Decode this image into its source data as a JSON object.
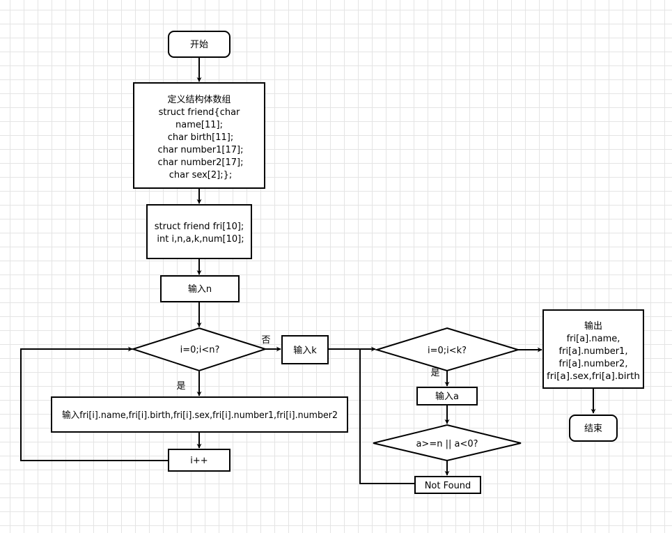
{
  "nodes": {
    "start": {
      "label": "开始"
    },
    "define_struct": {
      "lines": [
        "定义结构体数组",
        "struct friend{char",
        "name[11];",
        "char birth[11];",
        "char number1[17];",
        "char number2[17];",
        "char sex[2];};"
      ]
    },
    "declare_vars": {
      "lines": [
        "struct friend fri[10];",
        "int i,n,a,k,num[10];"
      ]
    },
    "input_n": {
      "label": "输入n"
    },
    "loop_cond": {
      "label": "i=0;i<n?"
    },
    "input_fields": {
      "label": "输入fri[i].name,fri[i].birth,fri[i].sex,fri[i].number1,fri[i].number2"
    },
    "increment": {
      "label": "i++"
    },
    "input_k": {
      "label": "输入k"
    },
    "query_cond": {
      "label": "i=0;i<k?"
    },
    "input_a": {
      "label": "输入a"
    },
    "range_check": {
      "label": "a>=n || a<0?"
    },
    "not_found": {
      "label": "Not Found"
    },
    "output": {
      "lines": [
        "输出",
        "fri[a].name,",
        "fri[a].number1,",
        "fri[a].number2,",
        "fri[a].sex,fri[a].birth"
      ]
    },
    "end": {
      "label": "结束"
    }
  },
  "edge_labels": {
    "loop_yes": "是",
    "loop_no": "否",
    "query_yes": "是"
  }
}
